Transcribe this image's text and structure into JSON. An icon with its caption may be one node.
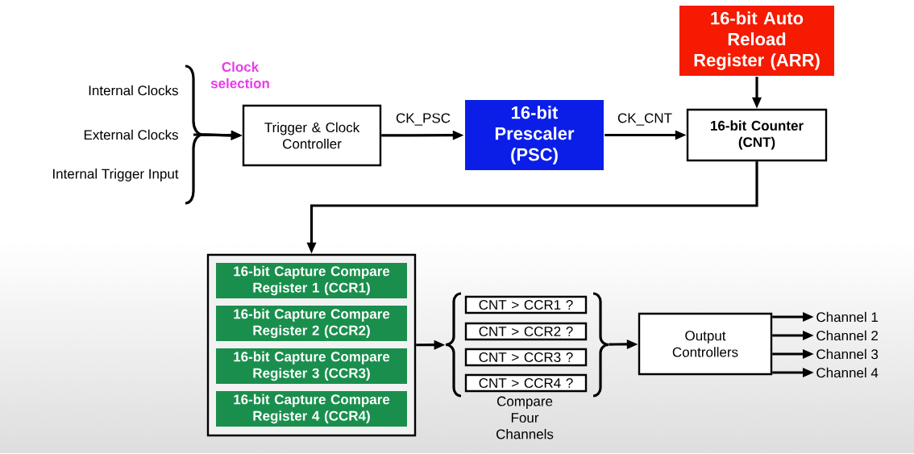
{
  "diagram": {
    "nodes": [
      {
        "text": [
          "Internal Clocks"
        ]
      },
      {
        "text": [
          "External Clocks"
        ]
      },
      {
        "text": [
          "Internal Trigger Input"
        ]
      },
      {
        "text": [
          "Trigger & Clock Controller"
        ]
      },
      {
        "text": [
          "16-bit Prescaler (PSC)"
        ]
      },
      {
        "text": [
          "16-bit Auto Reload Register (ARR)"
        ]
      },
      {
        "text": [
          "16-bit Counter (CNT)"
        ]
      },
      {
        "text": [],
        "shape": "box"
      },
      {
        "text": [
          "16-bit Capture Compare Register 1 (CCR1)"
        ],
        "in": 7
      },
      {
        "text": [
          "16-bit Capture Compare Register 2 (CCR2)"
        ],
        "in": 7
      },
      {
        "text": [
          "16-bit Capture Compare Register 3 (CCR3)"
        ],
        "in": 7
      },
      {
        "text": [
          "16-bit Capture Compare Register 4 (CCR4)"
        ],
        "in": 7
      },
      {
        "text": [
          "Compare Four Channels"
        ]
      },
      {
        "text": [
          "CNT > CCR1 ?"
        ],
        "in": 12
      },
      {
        "text": [
          "CNT > CCR2 ?"
        ],
        "in": 12
      },
      {
        "text": [
          "CNT > CCR3 ?"
        ],
        "in": 12
      },
      {
        "text": [
          "CNT > CCR4 ?"
        ],
        "in": 12
      },
      {
        "text": [
          "Output Controllers"
        ]
      },
      {
        "text": [
          "Channel 1"
        ]
      },
      {
        "text": [
          "Channel 2"
        ]
      },
      {
        "text": [
          "Channel 3"
        ]
      },
      {
        "text": [
          "Channel 4"
        ]
      }
    ],
    "edges": [
      {
        "from": 0,
        "to": 3,
        "arrow": "to"
      },
      {
        "from": 1,
        "to": 3,
        "arrow": "to"
      },
      {
        "from": 2,
        "to": 3,
        "arrow": "to"
      },
      {
        "from": 3,
        "to": 4,
        "arrow": "to",
        "label": "CK_PSC"
      },
      {
        "from": 4,
        "to": 6,
        "arrow": "to",
        "label": "CK_CNT"
      },
      {
        "from": 5,
        "to": 6,
        "arrow": "to"
      },
      {
        "from": 6,
        "to": 7,
        "arrow": "to"
      },
      {
        "from": 7,
        "to": 12,
        "arrow": "to"
      },
      {
        "from": 12,
        "to": 17,
        "arrow": "to"
      },
      {
        "from": 17,
        "to": 18,
        "arrow": "to"
      },
      {
        "from": 17,
        "to": 19,
        "arrow": "to"
      },
      {
        "from": 17,
        "to": 20,
        "arrow": "to"
      },
      {
        "from": 17,
        "to": 21,
        "arrow": "to"
      }
    ],
    "labels": [
      "Clock selection"
    ]
  }
}
